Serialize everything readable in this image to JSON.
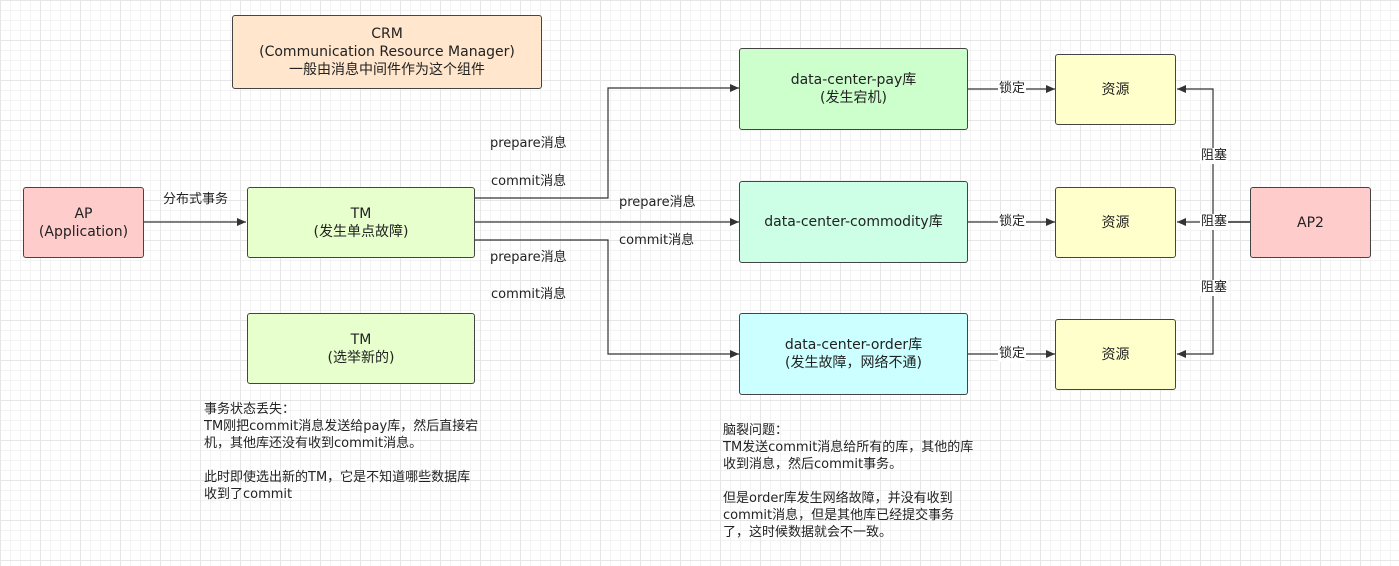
{
  "nodes": {
    "crm": {
      "lines": [
        "CRM",
        "(Communication Resource Manager)",
        "一般由消息中间件作为这个组件"
      ],
      "color": "#ffe6cc"
    },
    "ap": {
      "lines": [
        "AP",
        "(Application)"
      ],
      "color": "#ffcccc"
    },
    "tm": {
      "lines": [
        "TM",
        "(发生单点故障)"
      ],
      "color": "#e6ffcc"
    },
    "tm_new": {
      "lines": [
        "TM",
        "(选举新的)"
      ],
      "color": "#e6ffcc"
    },
    "pay": {
      "lines": [
        "data-center-pay库",
        "(发生宕机)"
      ],
      "color": "#ccffcc"
    },
    "commodity": {
      "lines": [
        "data-center-commodity库"
      ],
      "color": "#ccffe6"
    },
    "order": {
      "lines": [
        "data-center-order库",
        "(发生故障，网络不通)"
      ],
      "color": "#ccffff"
    },
    "res1": {
      "lines": [
        "资源"
      ],
      "color": "#ffffcc"
    },
    "res2": {
      "lines": [
        "资源"
      ],
      "color": "#ffffcc"
    },
    "res3": {
      "lines": [
        "资源"
      ],
      "color": "#ffffcc"
    },
    "ap2": {
      "lines": [
        "AP2"
      ],
      "color": "#ffcccc"
    }
  },
  "edge_labels": {
    "distributed_tx": "分布式事务",
    "prepare_1": "prepare消息",
    "commit_1": "commit消息",
    "prepare_2": "prepare消息",
    "commit_2": "commit消息",
    "prepare_3": "prepare消息",
    "commit_3": "commit消息",
    "lock_1": "锁定",
    "lock_2": "锁定",
    "lock_3": "锁定",
    "block_1": "阻塞",
    "block_2": "阻塞",
    "block_3": "阻塞"
  },
  "notes": {
    "tx_lost": [
      "事务状态丢失：",
      "TM刚把commit消息发送给pay库，然后直接宕",
      "机，其他库还没有收到commit消息。",
      "",
      "此时即使选出新的TM，它是不知道哪些数据库",
      "收到了commit"
    ],
    "split_brain": [
      "脑裂问题：",
      "TM发送commit消息给所有的库，其他的库",
      "收到消息，然后commit事务。",
      "",
      "但是order库发生网络故障，并没有收到",
      "commit消息，但是其他库已经提交事务",
      "了，这时候数据就会不一致。"
    ]
  },
  "colors": {
    "edge": "#333333",
    "border": "#444444"
  }
}
